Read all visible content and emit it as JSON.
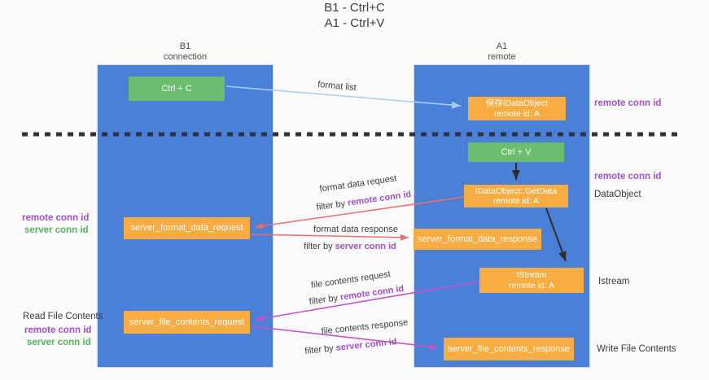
{
  "title": {
    "line1": "B1 - Ctrl+C",
    "line2": "A1 - Ctrl+V"
  },
  "actors": {
    "left": {
      "name": "B1",
      "role": "connection"
    },
    "right": {
      "name": "A1",
      "role": "remote"
    }
  },
  "boxes": {
    "ctrl_c": {
      "label": "Ctrl + C"
    },
    "save_idataobject": {
      "line1": "保存IDataObject",
      "line2": "remote id: A"
    },
    "ctrl_v": {
      "label": "Ctrl + V"
    },
    "getdata": {
      "line1": "IDataObject::GetData",
      "line2": "remote id: A"
    },
    "format_request": {
      "label": "server_format_data_request"
    },
    "format_response": {
      "label": "server_format_data_response"
    },
    "istream": {
      "line1": "IStream",
      "line2": "remote id: A"
    },
    "file_request": {
      "label": "server_file_contents_request"
    },
    "file_response": {
      "label": "server_file_contents_response"
    }
  },
  "arrows": {
    "format_list": {
      "label": "format list"
    },
    "format_data_request": {
      "label": "format data request",
      "filter_prefix": "filter by ",
      "filter_key": "remote conn id"
    },
    "format_data_response": {
      "label": "format data response",
      "filter_prefix": "filter by ",
      "filter_key": "server conn id"
    },
    "file_contents_request": {
      "label": "file contents request",
      "filter_prefix": "filter by ",
      "filter_key": "remote conn id"
    },
    "file_contents_response": {
      "label": "file contents response",
      "filter_prefix": "filter by ",
      "filter_key": "server conn id"
    }
  },
  "side_labels": {
    "right_remote_conn_id_top": "remote conn id",
    "right_remote_conn_id_mid": "remote conn id",
    "dataobject": "DataObject",
    "istream": "Istream",
    "write_file_contents": "Write File Contents",
    "left_remote_conn_id_1": "remote conn id",
    "left_server_conn_id_1": "server conn id",
    "read_file_contents": "Read File Contents",
    "left_remote_conn_id_2": "remote conn id",
    "left_server_conn_id_2": "server conn id"
  },
  "colors": {
    "lifeline_blue": "#4a80d8",
    "box_green": "#6abe6e",
    "box_orange": "#f9ac42",
    "arrow_light_blue": "#a9cfee",
    "arrow_salmon": "#e97070",
    "arrow_magenta": "#c653c6",
    "arrow_black": "#2e2e2e",
    "divider_black": "#333333",
    "text_purple": "#a44fc8",
    "text_green": "#56b45c"
  }
}
